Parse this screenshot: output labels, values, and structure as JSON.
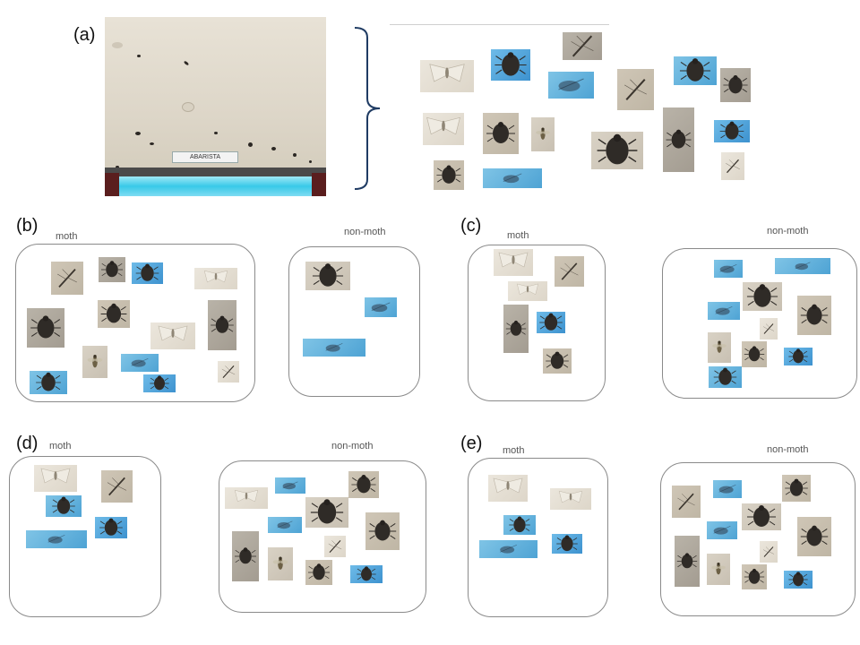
{
  "panels": {
    "a": {
      "label": "(a)"
    },
    "b": {
      "label": "(b)",
      "left_title": "moth",
      "right_title": "non-moth"
    },
    "c": {
      "label": "(c)",
      "left_title": "moth",
      "right_title": "non-moth"
    },
    "d": {
      "label": "(d)",
      "left_title": "moth",
      "right_title": "non-moth"
    },
    "e": {
      "label": "(e)",
      "left_title": "moth",
      "right_title": "non-moth"
    }
  },
  "photo": {
    "lamp_sticker_text": "ABARISTA"
  },
  "icons": {
    "moth": "moth-thumbnail-icon",
    "beetle": "beetle-thumbnail-icon",
    "fly": "fly-thumbnail-icon",
    "mosquito": "mosquito-thumbnail-icon",
    "blurred": "blurred-insect-thumbnail-icon"
  },
  "colors": {
    "box_border": "#8a8a8a",
    "bracket": "#1f3b63",
    "lamp": "#38c9e8",
    "blue_thumb": "#4ea3d4"
  }
}
